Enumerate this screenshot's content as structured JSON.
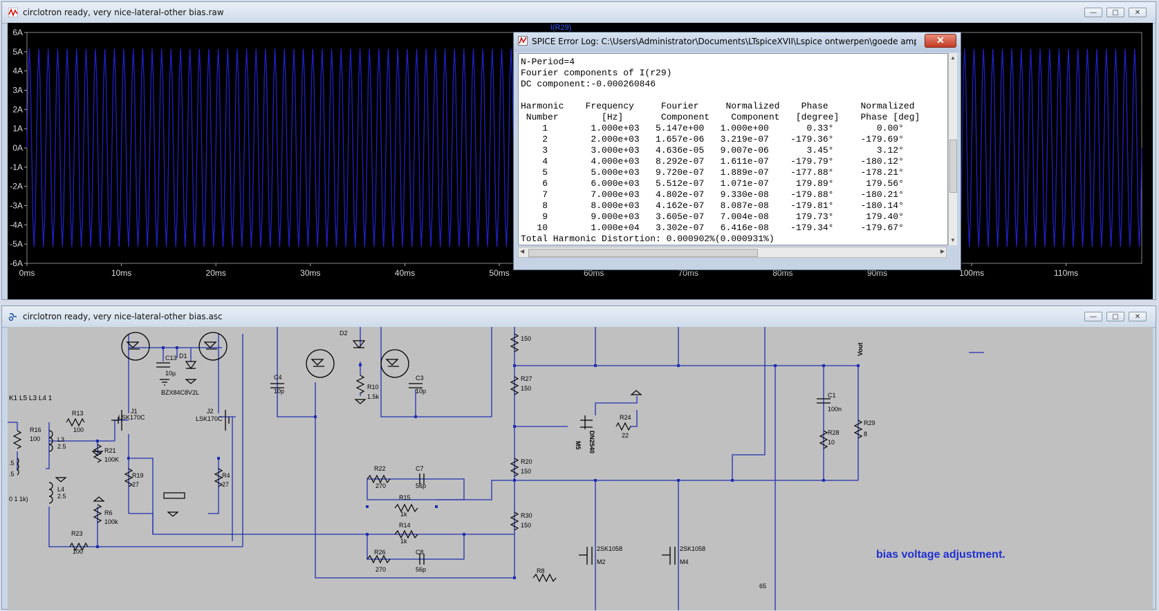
{
  "wave_window": {
    "title": "circlotron ready, very nice-lateral-other bias.raw",
    "trace_label": "I(R29)",
    "y_ticks": [
      "6A",
      "5A",
      "4A",
      "3A",
      "2A",
      "1A",
      "0A",
      "-1A",
      "-2A",
      "-3A",
      "-4A",
      "-5A",
      "-6A"
    ],
    "x_ticks": [
      "0ms",
      "10ms",
      "20ms",
      "30ms",
      "40ms",
      "50ms",
      "60ms",
      "70ms",
      "80ms",
      "90ms",
      "100ms",
      "110ms"
    ],
    "trace_color": "#2020c8"
  },
  "error_log": {
    "title": "SPICE Error Log: C:\\Users\\Administrator\\Documents\\LTspiceXVII\\Lspice ontwerpen\\goede amps\\circlotro...",
    "close_label": "✕",
    "lines": [
      "N-Period=4",
      "Fourier components of I(r29)",
      "DC component:-0.000260846",
      "",
      "Harmonic    Frequency     Fourier     Normalized    Phase      Normalized",
      " Number        [Hz]       Component    Component   [degree]    Phase [deg]",
      "    1        1.000e+03   5.147e+00   1.000e+00       0.33°        0.00°",
      "    2        2.000e+03   1.657e-06   3.219e-07    -179.36°     -179.69°",
      "    3        3.000e+03   4.636e-05   9.007e-06       3.45°        3.12°",
      "    4        4.000e+03   8.292e-07   1.611e-07    -179.79°     -180.12°",
      "    5        5.000e+03   9.720e-07   1.889e-07    -177.88°     -178.21°",
      "    6        6.000e+03   5.512e-07   1.071e-07     179.89°      179.56°",
      "    7        7.000e+03   4.802e-07   9.330e-08    -179.88°     -180.21°",
      "    8        8.000e+03   4.162e-07   8.087e-08    -179.81°     -180.14°",
      "    9        9.000e+03   3.605e-07   7.004e-08     179.73°      179.40°",
      "   10        1.000e+04   3.302e-07   6.416e-08    -179.34°     -179.67°",
      "Total Harmonic Distortion: 0.000902%(0.000931%)"
    ]
  },
  "schematic_window": {
    "title": "circlotron ready, very nice-lateral-other bias.asc",
    "annotation": "bias voltage adjustment.",
    "labels": {
      "k1": "K1 L5 L3 L4 1",
      "r16": "R16",
      "r16v": "100",
      "r13": "R13",
      "r13v": "100",
      "r21": "R21",
      "r21v": "100K",
      "j1": "J1",
      "j1m": "LSK170C",
      "j2": "J2",
      "j2m": "LSK170C",
      "l3": "L3",
      "l3v": "2.5",
      "l4": "L4",
      "l4v": "2.5",
      "r19": "R19",
      "r19v": "27",
      "r4": "R4",
      "r4v": "27",
      "r6": "R6",
      "r6v": "100k",
      "r23": "R23",
      "r23v": "100",
      "c13": "C13",
      "c13v": "10µ",
      "d1": "D1",
      "d1m": "BZX84C8V2L",
      "c4": "C4",
      "c4v": "10p",
      "d2": "D2",
      "r10": "R10",
      "r10v": "1.5k",
      "c3": "C3",
      "c3v": "10p",
      "r22": "R22",
      "r22v": "270",
      "c7": "C7",
      "c7v": "56p",
      "r15": "R15",
      "r15v": "1k",
      "r14": "R14",
      "r14v": "1k",
      "r26": "R26",
      "r26v": "270",
      "c8": "C8",
      "c8v": "56p",
      "rtop": "150",
      "r27": "R27",
      "r27v": "150",
      "r20": "R20",
      "r20v": "150",
      "r30": "R30",
      "r30v": "150",
      "r8": "R8",
      "m5": "M5",
      "m5m": "DN2540",
      "r24": "R24",
      "r24v": "22",
      "m2": "M2",
      "m2m": "2SK1058",
      "m4": "M4",
      "m4m": "2SK1058",
      "c1": "C1",
      "c1v": "100n",
      "r28": "R28",
      "r28v": "10",
      "r29": "R29",
      "r29v": "8",
      "vout": "Vout",
      "n65": "65",
      "k5": ".5",
      "k5b": ".5",
      "k1k": "0 1 1k)"
    }
  }
}
